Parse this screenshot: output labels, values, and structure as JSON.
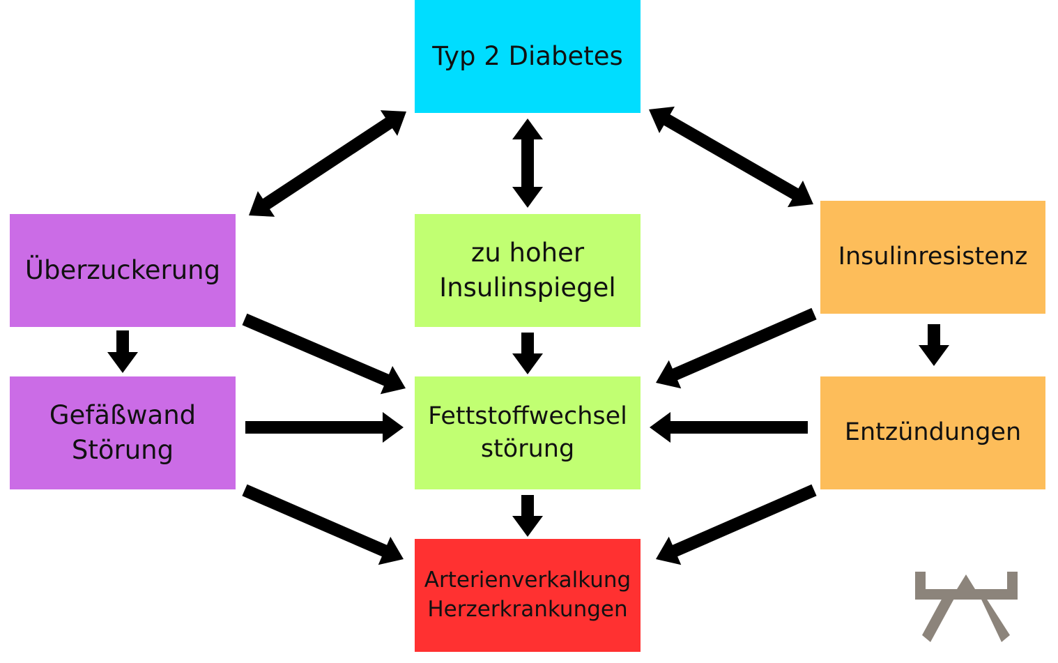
{
  "nodes": {
    "diabetes": {
      "lines": [
        "Typ 2 Diabetes"
      ],
      "color": "#00DDFF"
    },
    "ueberzuckerung": {
      "lines": [
        "Überzuckerung"
      ],
      "color": "#CB6CE6"
    },
    "insulinspiegel": {
      "lines": [
        "zu hoher",
        "Insulinspiegel"
      ],
      "color": "#C1FF72"
    },
    "insulinresistenz": {
      "lines": [
        "Insulinresistenz"
      ],
      "color": "#FDBD5A"
    },
    "gefaesswand": {
      "lines": [
        "Gefäßwand",
        "Störung"
      ],
      "color": "#CB6CE6"
    },
    "fettstoffwechsel": {
      "lines": [
        "Fettstoffwechsel",
        "störung"
      ],
      "color": "#C1FF72"
    },
    "entzuendungen": {
      "lines": [
        "Entzündungen"
      ],
      "color": "#FDBD5A"
    },
    "arterien": {
      "lines": [
        "Arterienverkalkung",
        "Herzerkrankungen"
      ],
      "color": "#FF3131"
    }
  },
  "edges": [
    {
      "from": "diabetes",
      "to": "ueberzuckerung",
      "bidirectional": true
    },
    {
      "from": "diabetes",
      "to": "insulinspiegel",
      "bidirectional": true
    },
    {
      "from": "diabetes",
      "to": "insulinresistenz",
      "bidirectional": true
    },
    {
      "from": "ueberzuckerung",
      "to": "gefaesswand",
      "bidirectional": false
    },
    {
      "from": "ueberzuckerung",
      "to": "fettstoffwechsel",
      "bidirectional": false
    },
    {
      "from": "insulinspiegel",
      "to": "fettstoffwechsel",
      "bidirectional": false
    },
    {
      "from": "insulinresistenz",
      "to": "fettstoffwechsel",
      "bidirectional": false
    },
    {
      "from": "insulinresistenz",
      "to": "entzuendungen",
      "bidirectional": false
    },
    {
      "from": "gefaesswand",
      "to": "fettstoffwechsel",
      "bidirectional": false
    },
    {
      "from": "entzuendungen",
      "to": "fettstoffwechsel",
      "bidirectional": false
    },
    {
      "from": "gefaesswand",
      "to": "arterien",
      "bidirectional": false
    },
    {
      "from": "fettstoffwechsel",
      "to": "arterien",
      "bidirectional": false
    },
    {
      "from": "entzuendungen",
      "to": "arterien",
      "bidirectional": false
    }
  ],
  "arrow_color": "#000000",
  "logo": {
    "icon": "table-logo-icon",
    "color": "#8C847B"
  }
}
